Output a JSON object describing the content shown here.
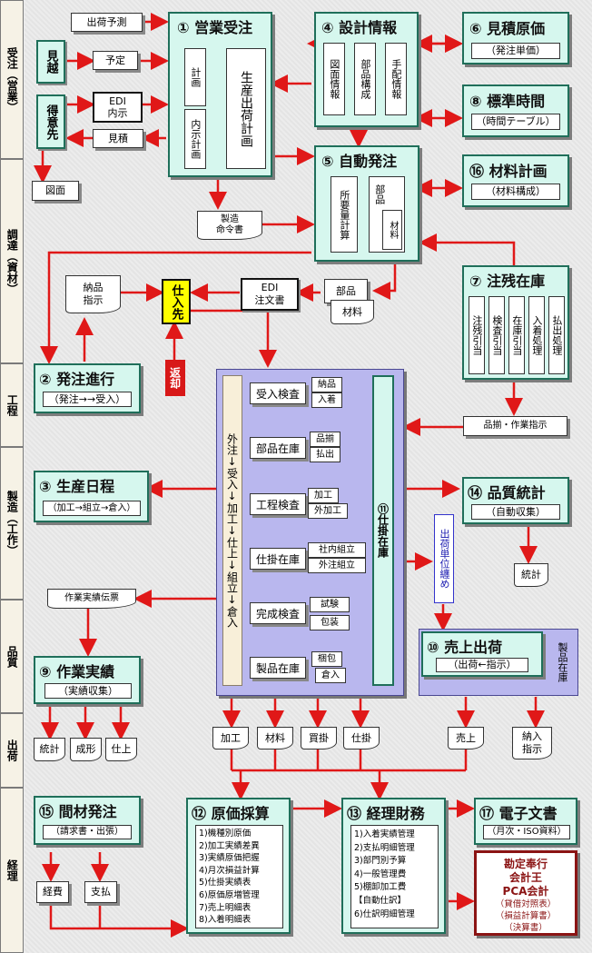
{
  "bands": [
    {
      "label": "受注（営業）"
    },
    {
      "label": "調達（資材）"
    },
    {
      "label": "工程"
    },
    {
      "label": "製造（工作）"
    },
    {
      "label": "品質"
    },
    {
      "label": "出荷"
    },
    {
      "label": "経理"
    }
  ],
  "sales": {
    "forecast": "出荷予測",
    "estimate": "見越",
    "plan": "予定",
    "customer": "得意先",
    "edi_notice": "EDI\n内示",
    "quote": "見積",
    "drawing": "図面"
  },
  "m1": {
    "title": "① 営業受注",
    "plan": "計画",
    "notice_plan": "内示計画",
    "prod_plan": "生産出荷計画"
  },
  "m4": {
    "title": "④ 設計情報",
    "drawing_info": "図面情報",
    "parts": "部品構成",
    "arrange": "手配情報"
  },
  "m6": {
    "title": "⑥ 見積原価",
    "sub": "（発注単価）"
  },
  "m8": {
    "title": "⑧ 標準時間",
    "sub": "（時間テーブル）"
  },
  "m5": {
    "title": "⑤ 自動発注",
    "req": "所要量計算",
    "parts": "部品",
    "material": "材料"
  },
  "m16": {
    "title": "⑯ 材料計画",
    "sub": "（材料構成）"
  },
  "mfg_order": "製造\n命令書",
  "m7": {
    "title": "⑦ 注残在庫",
    "items": [
      "注残引当",
      "検査引当",
      "在庫引当",
      "入着処理",
      "払出処理"
    ]
  },
  "procure": {
    "delivery": "納品\n指示",
    "supplier": "仕入先",
    "edi_order": "EDI\n注文書",
    "parts": "部品",
    "material": "材料",
    "return": "返却"
  },
  "m2": {
    "title": "② 発注進行",
    "sub": "（発注→→受入）"
  },
  "m3": {
    "title": "③ 生産日程",
    "sub": "（加工→組立→倉入）"
  },
  "m9": {
    "title": "⑨ 作業実績",
    "sub": "（実績収集）"
  },
  "work_slip": "作業実績伝票",
  "floor": {
    "flow": "外注↓受入↓加工↓仕上↓組立↓倉入",
    "rows": [
      {
        "left": "受入検査",
        "right": [
          "納品",
          "入着"
        ]
      },
      {
        "left": "部品在庫",
        "right": [
          "品揃",
          "払出"
        ]
      },
      {
        "left": "工程検査",
        "right": [
          "加工",
          "外加工"
        ]
      },
      {
        "left": "仕掛在庫",
        "right": [
          "社内組立",
          "外注組立"
        ]
      },
      {
        "left": "完成検査",
        "right": [
          "試験",
          "包装"
        ]
      },
      {
        "left": "製品在庫",
        "right": [
          "梱包",
          "倉入"
        ]
      }
    ],
    "wip": "⑪仕掛在庫"
  },
  "picking": "品揃・作業指示",
  "m14": {
    "title": "⑭ 品質統計",
    "sub": "（自動収集）",
    "stats": "統計"
  },
  "ship_unit": "出荷単位纏め",
  "m10": {
    "title": "⑩ 売上出荷",
    "sub": "（出荷←指示）",
    "product_stock": "製品在庫"
  },
  "ship_docs": [
    "加工",
    "材料",
    "買掛",
    "仕掛",
    "売上"
  ],
  "delivery_instr": "納入\n指示",
  "m9docs": [
    "統計",
    "成形",
    "仕上"
  ],
  "m15": {
    "title": "⑮ 間材発注",
    "sub": "（請求書・出張）",
    "expense": "経費",
    "payment": "支払"
  },
  "m12": {
    "title": "⑫ 原価採算",
    "items": [
      "1)機種別原価",
      "2)加工実績差異",
      "3)実績原価把握",
      "4)月次損益計算",
      "5)仕掛実績表",
      "6)原価原増管理",
      "7)売上明細表",
      "8)入着明細表"
    ]
  },
  "m13": {
    "title": "⑬ 経理財務",
    "items": [
      "1)入着実績管理",
      "2)支払明細管理",
      "3)部門別予算",
      "4)一般管理費",
      "5)棚卸加工費",
      "【自動仕訳】",
      "6)仕訳明細管理"
    ]
  },
  "m17": {
    "title": "⑰ 電子文書",
    "sub": "（月次・ISO資料）"
  },
  "accounting": {
    "lines": [
      "勘定奉行",
      "会計王",
      "PCA会計"
    ],
    "subs": [
      "（貸借対照表）",
      "（損益計算書）",
      "（決算書）"
    ]
  },
  "colors": {
    "arrow": "#e01818",
    "teal": "#d6f7ee",
    "lavender": "#b9b7ee",
    "supplier": "#ffff00",
    "return": "#d81818"
  }
}
